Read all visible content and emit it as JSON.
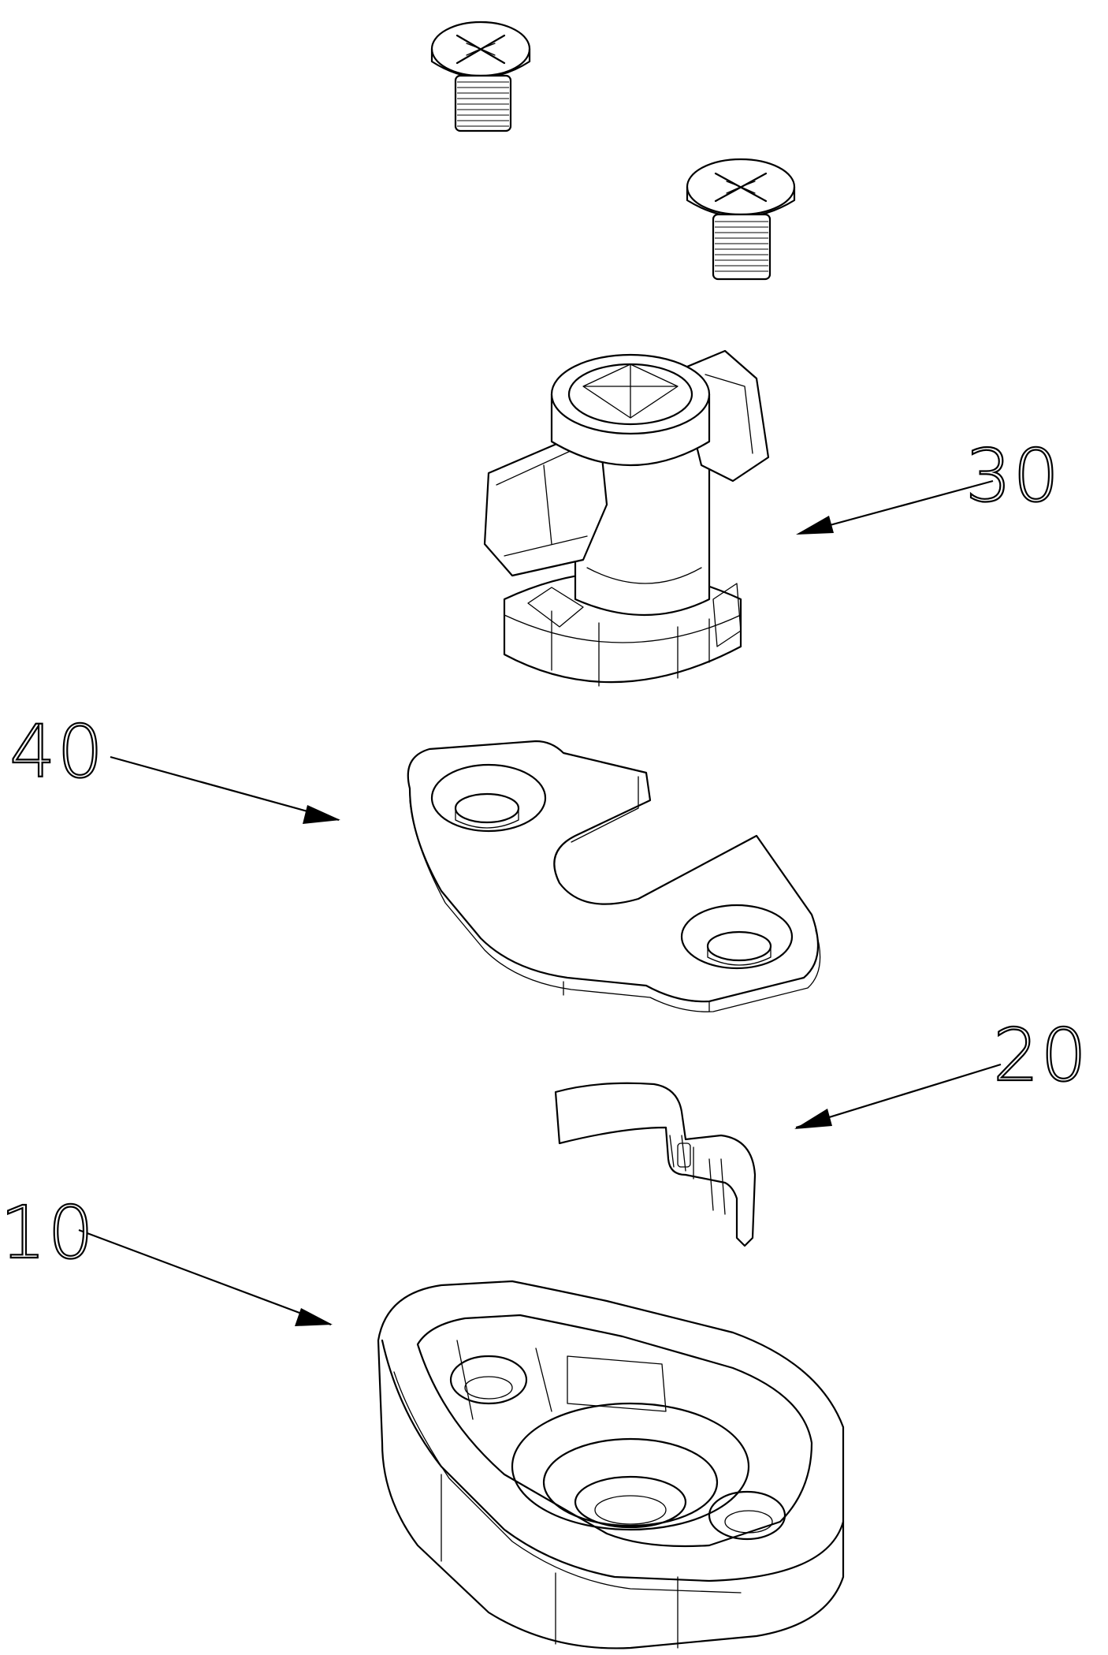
{
  "figure": {
    "labels": {
      "cap": "30",
      "plate": "40",
      "spring_clip": "20",
      "base": "10"
    }
  }
}
